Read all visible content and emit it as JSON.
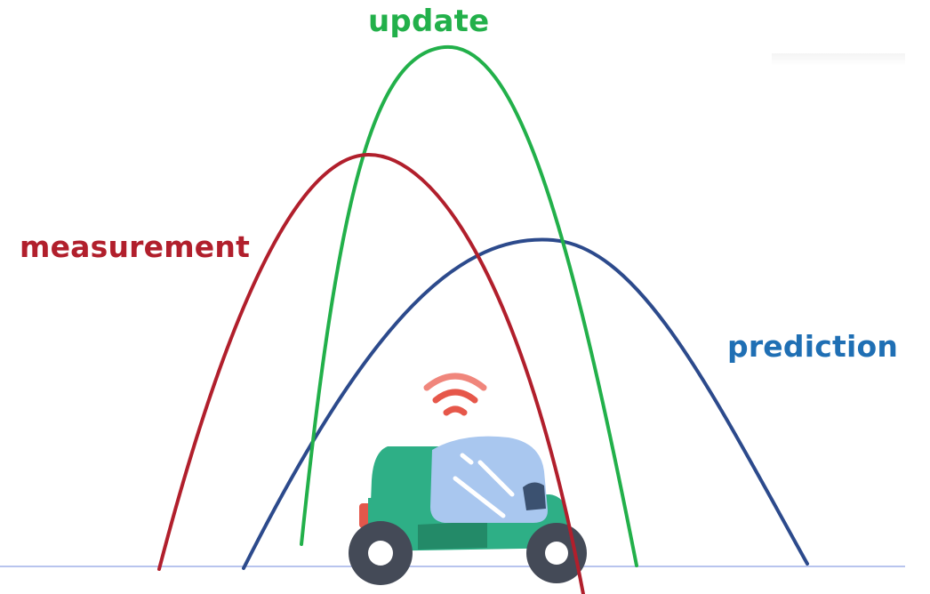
{
  "labels": {
    "update": "update",
    "measurement": "measurement",
    "prediction": "prediction"
  },
  "colors": {
    "update": "#22b04a",
    "measurement": "#b11f2c",
    "prediction": "#1f6fb4",
    "prediction_curve": "#2c4a8c",
    "ground_line": "#b8c4ee",
    "car_body": "#2eaf86",
    "car_body_dark": "#238a68",
    "car_window": "#a9c7ef",
    "tire": "#444a57",
    "wifi_signal": "#e6574a"
  },
  "icons": {
    "vehicle": "autonomous-car-icon",
    "signal": "wifi-signal-icon"
  }
}
